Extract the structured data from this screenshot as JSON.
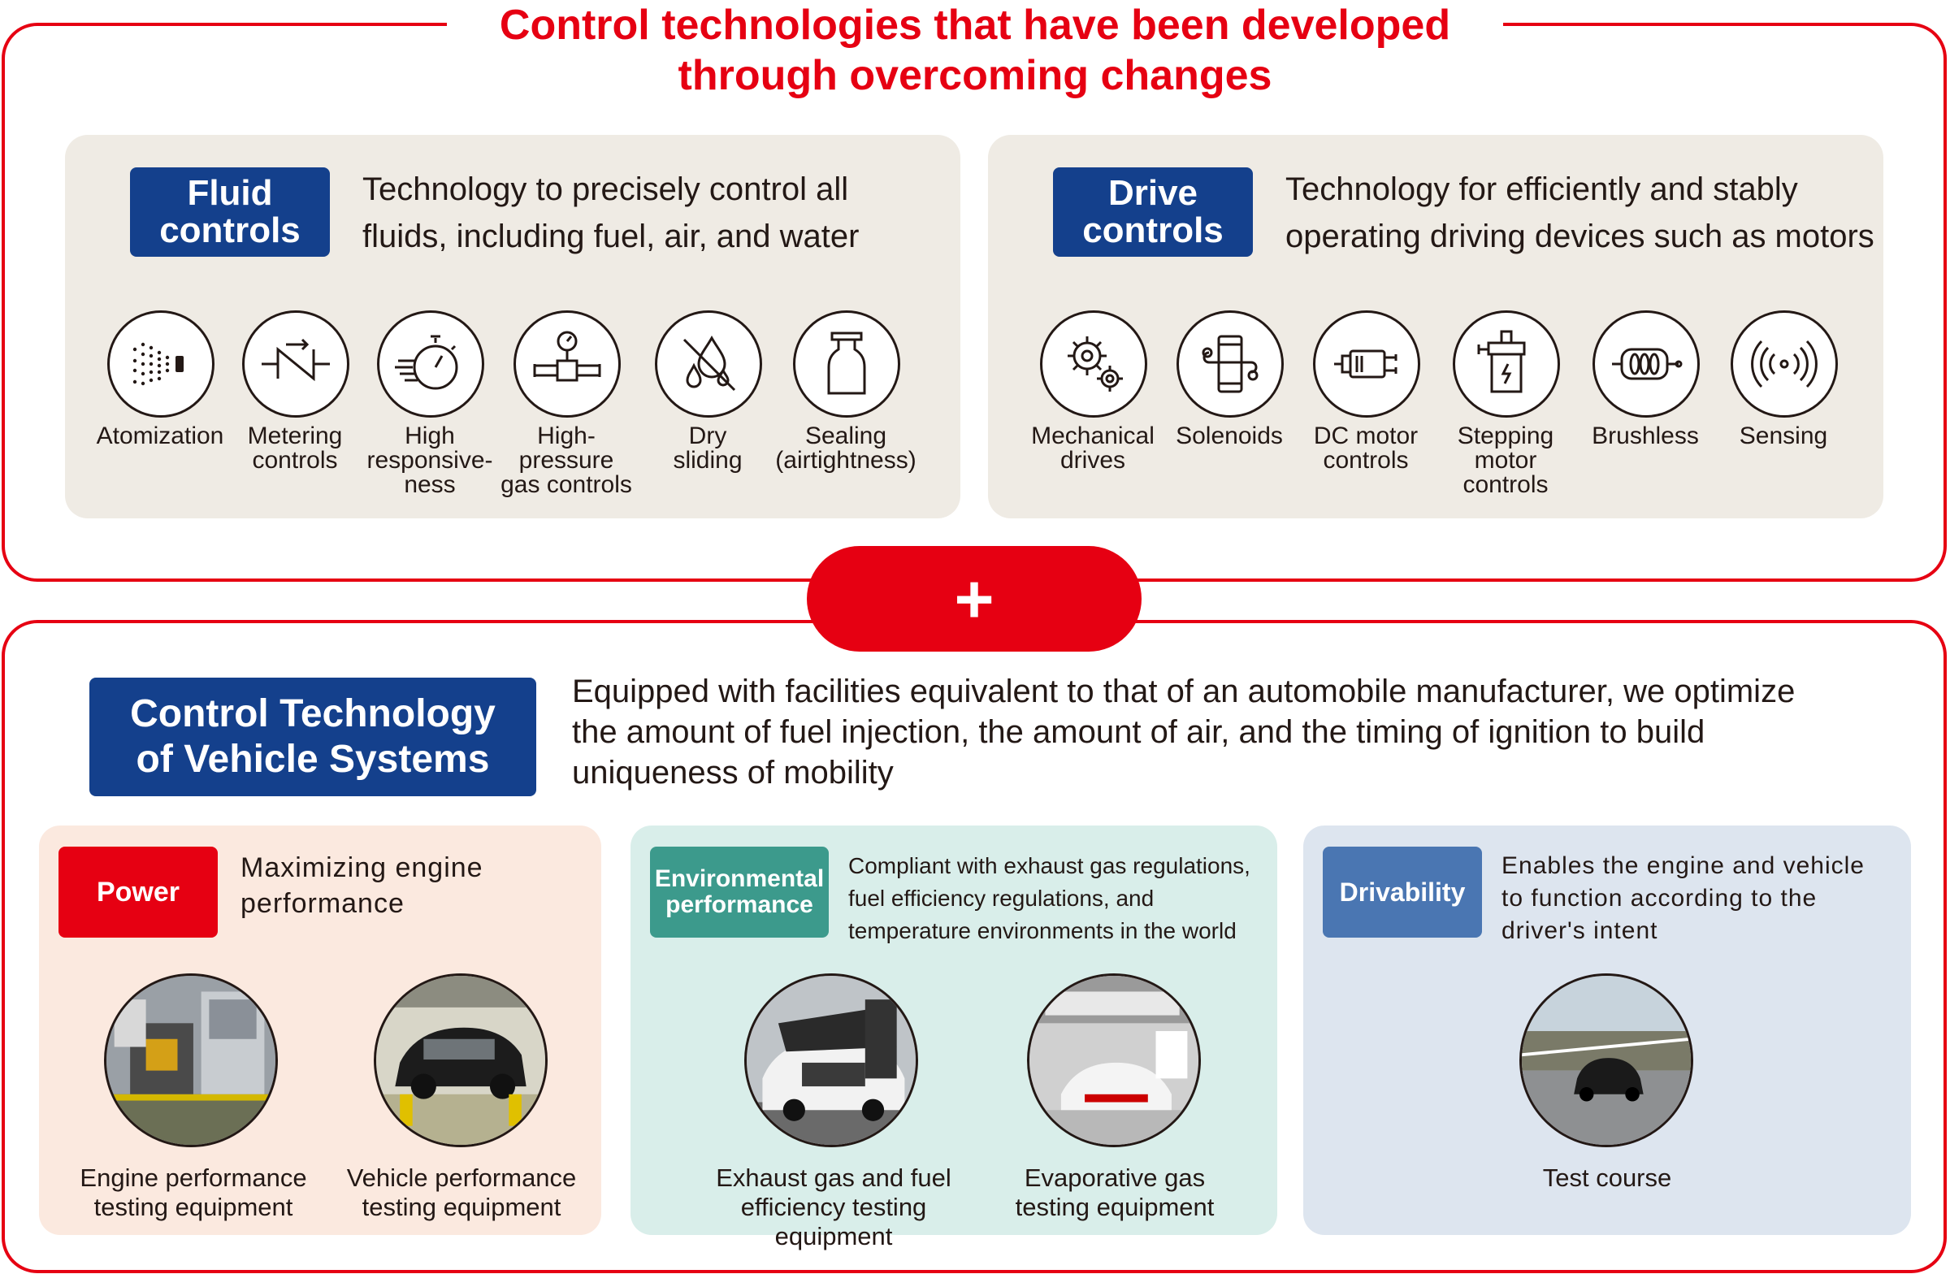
{
  "title": "Control technologies that have been developed\nthrough overcoming changes",
  "fluid": {
    "badge": "Fluid\ncontrols",
    "desc": "Technology to precisely control all\nfluids, including fuel, air, and water",
    "icons": [
      {
        "label": "Atomization",
        "icon": "atomization-icon"
      },
      {
        "label": "Metering\ncontrols",
        "icon": "metering-icon"
      },
      {
        "label": "High\nresponsive-\nness",
        "icon": "stopwatch-icon"
      },
      {
        "label": "High-\npressure\ngas controls",
        "icon": "pressure-gauge-icon"
      },
      {
        "label": "Dry\nsliding",
        "icon": "no-drops-icon"
      },
      {
        "label": "Sealing\n(airtightness)",
        "icon": "bottle-icon"
      }
    ]
  },
  "drive": {
    "badge": "Drive\ncontrols",
    "desc": "Technology for efficiently and stably\noperating driving devices such as motors",
    "icons": [
      {
        "label": "Mechanical\ndrives",
        "icon": "gears-icon"
      },
      {
        "label": "Solenoids",
        "icon": "solenoid-icon"
      },
      {
        "label": "DC motor\ncontrols",
        "icon": "dc-motor-icon"
      },
      {
        "label": "Stepping\nmotor\ncontrols",
        "icon": "stepping-motor-icon"
      },
      {
        "label": "Brushless",
        "icon": "brushless-motor-icon"
      },
      {
        "label": "Sensing",
        "icon": "sensing-icon"
      }
    ]
  },
  "plus": "+",
  "vehicle": {
    "badge": "Control Technology\nof Vehicle Systems",
    "desc": "Equipped with facilities equivalent to that of an automobile manufacturer, we optimize\nthe amount of fuel injection, the amount of air, and the timing of ignition to build\nuniqueness of mobility"
  },
  "power": {
    "badge": "Power",
    "desc": "Maximizing engine\nperformance",
    "photos": [
      {
        "label": "Engine performance\ntesting equipment"
      },
      {
        "label": "Vehicle performance\ntesting equipment"
      }
    ]
  },
  "environmental": {
    "badge": "Environmental\nperformance",
    "desc": "Compliant with exhaust gas regulations,\nfuel efficiency regulations, and\ntemperature environments in the world",
    "photos": [
      {
        "label": "Exhaust gas and fuel\nefficiency testing equipment"
      },
      {
        "label": "Evaporative gas\ntesting equipment"
      }
    ]
  },
  "drivability": {
    "badge": "Drivability",
    "desc": "Enables the engine and vehicle\nto function according to the\ndriver's intent",
    "photos": [
      {
        "label": "Test course"
      }
    ]
  },
  "colors": {
    "accent_red": "#e60012",
    "navy": "#14408c",
    "teal": "#3c9a8c",
    "blue": "#4a76b2",
    "panel_beige": "#efebe4",
    "power_bg": "#fbe9df",
    "env_bg": "#d9eeea",
    "drivability_bg": "#dde5ef"
  }
}
